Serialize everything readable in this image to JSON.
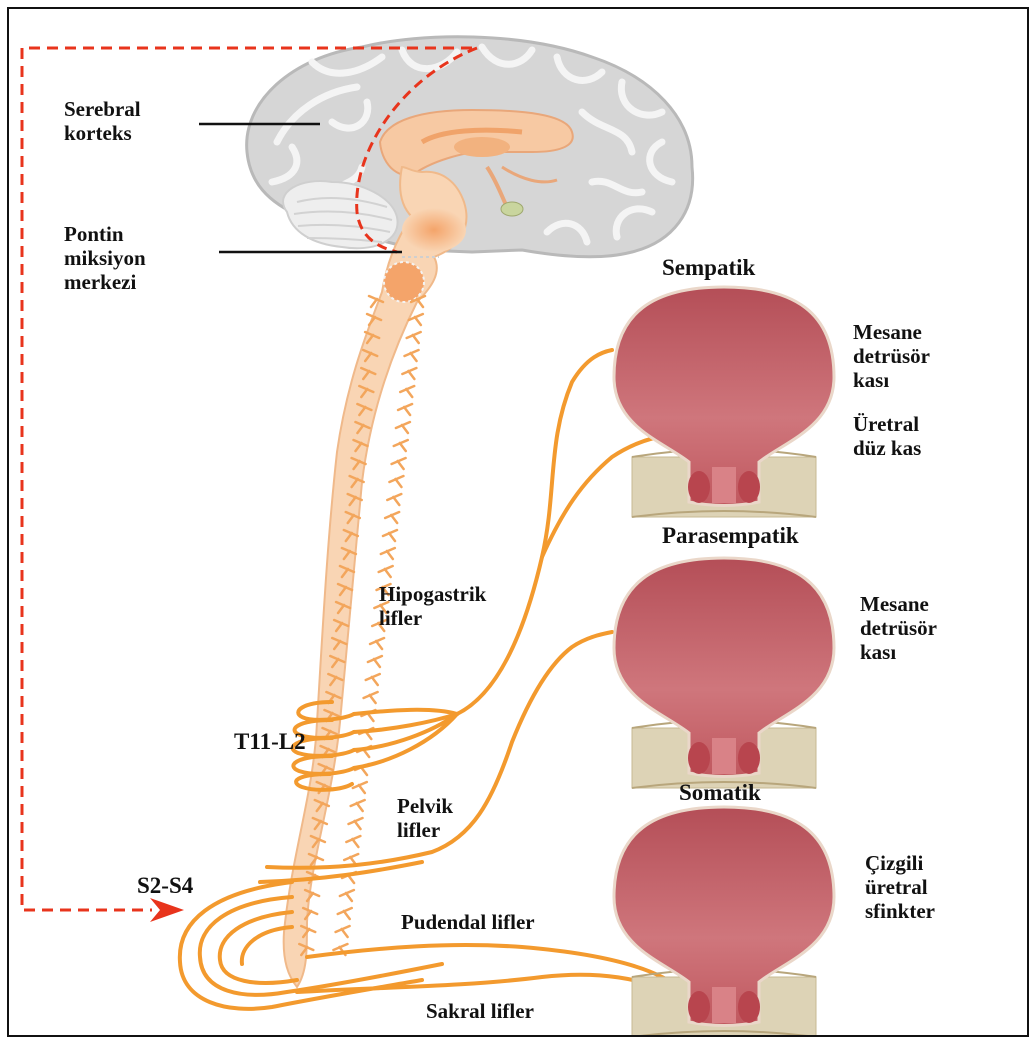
{
  "labels": {
    "serebral_korteks": "Serebral\nkorteks",
    "pontin_miksiyon_merkezi": "Pontin\nmiksiyon\nmerkezi",
    "sempatik": "Sempatik",
    "parasempatik": "Parasempatik",
    "somatik": "Somatik",
    "mesane_detrusor_1": "Mesane\ndetrüsör\nkası",
    "uretral_duz_kas": "Üretral\ndüz kas",
    "mesane_detrusor_2": "Mesane\ndetrüsör\nkası",
    "cizgili_uretral_sfinkter": "Çizgili\nüretral\nsfinkter",
    "hipogastrik_lifler": "Hipogastrik\nlifler",
    "t11_l2": "T11-L2",
    "pelvik_lifler": "Pelvik\nlifler",
    "s2_s4": "S2-S4",
    "pudendal_lifler": "Pudendal lifler",
    "sakral_lifler": "Sakral lifler"
  },
  "colors": {
    "nerve": "#f39a2e",
    "spinal_cord": "#f9d5b4",
    "brain": "#cfcfcf",
    "bladder": "#c45c63",
    "bladder_inner": "#d98287",
    "pelvic_floor": "#ddd3b6",
    "dashed_pathway": "#e8341c"
  },
  "icons": [
    "brain-illustration",
    "spinal-cord-illustration",
    "bladder-icon",
    "dashed-arrow-icon"
  ]
}
